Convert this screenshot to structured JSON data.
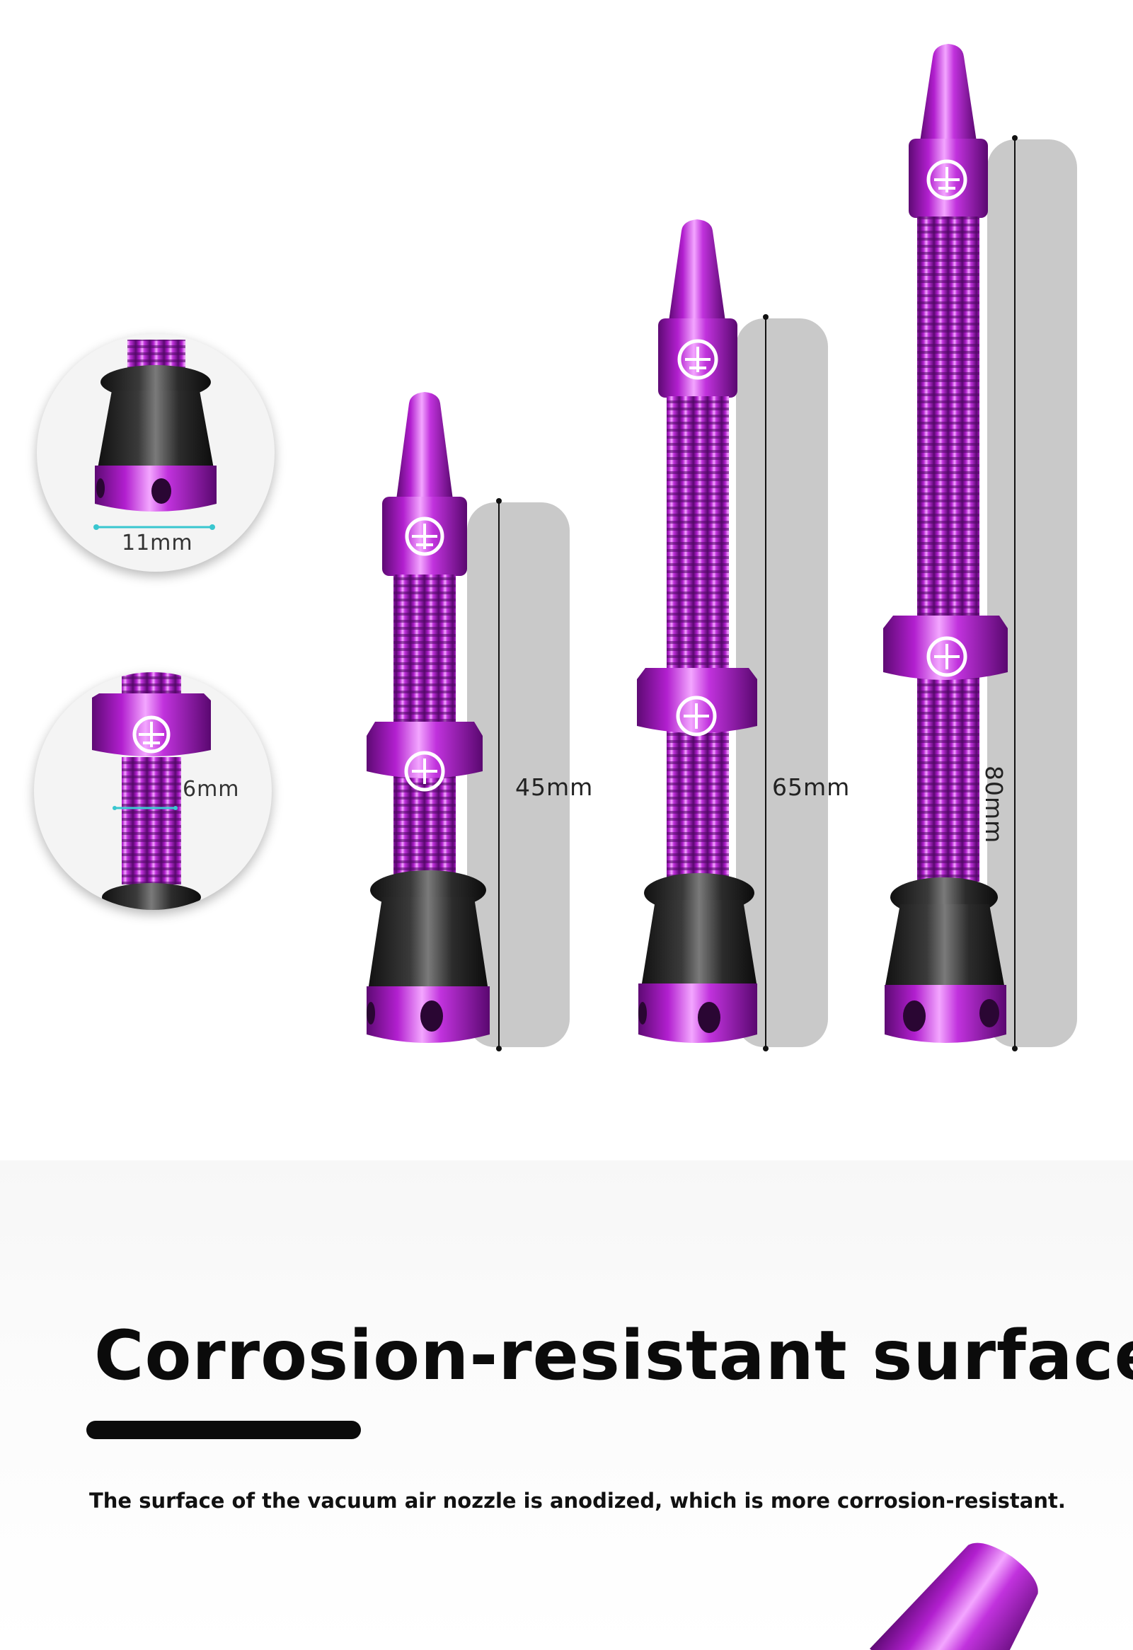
{
  "detail_top": {
    "dimension": "11mm"
  },
  "detail_bottom": {
    "dimension": "6mm"
  },
  "valves": [
    {
      "length": "45mm"
    },
    {
      "length": "65mm"
    },
    {
      "length": "80mm"
    }
  ],
  "feature": {
    "title": "Corrosion-resistant surface",
    "description": "The surface of the vacuum air nozzle is anodized, which is more corrosion-resistant."
  },
  "colors": {
    "anodized_purple": "#b21fcf",
    "measure_panel": "#c9c9c9",
    "measure_accent": "#39c6cf",
    "text_dark": "#0b0b0b"
  }
}
